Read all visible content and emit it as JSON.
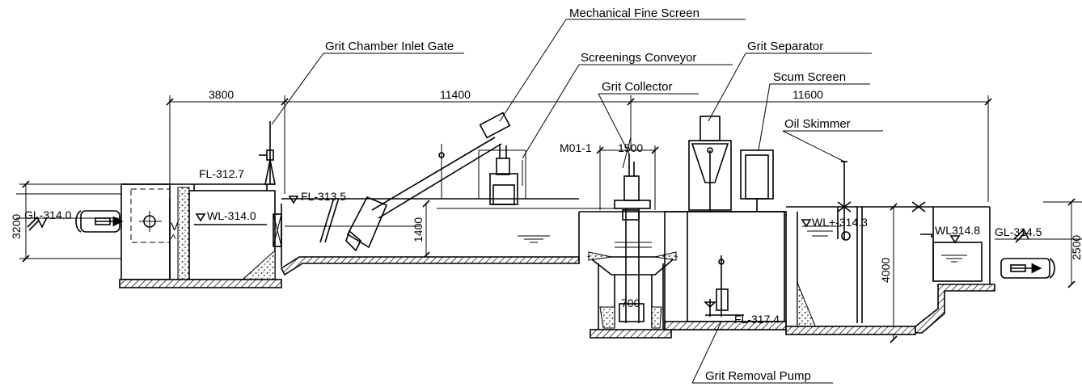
{
  "labels": {
    "mechanical_fine_screen": "Mechanical Fine Screen",
    "grit_chamber_inlet_gate": "Grit Chamber Inlet Gate",
    "screenings_conveyor": "Screenings Conveyor",
    "grit_separator": "Grit Separator",
    "scum_screen": "Scum Screen",
    "grit_collector": "Grit Collector",
    "oil_skimmer": "Oil Skimmer",
    "grit_removal_pump": "Grit Removal Pump"
  },
  "dimensions": {
    "d_3800": "3800",
    "d_11400": "11400",
    "d_11600": "11600",
    "d_1500": "1500",
    "d_3200": "3200",
    "d_1400": "1400",
    "d_4000": "4000",
    "d_2500": "2500",
    "d_700": "700",
    "m01": "M01-1"
  },
  "levels": {
    "gl_in": "GL-314.0",
    "fl_3127": "FL-312.7",
    "wl_3140": "WL-314.0",
    "fl_3135": "FL-313.5",
    "wl_3143": "WL+-314.3",
    "wl_3148": "WL314.8",
    "gl_out": "GL-314.5",
    "fl_3174": "FL-317.4"
  }
}
